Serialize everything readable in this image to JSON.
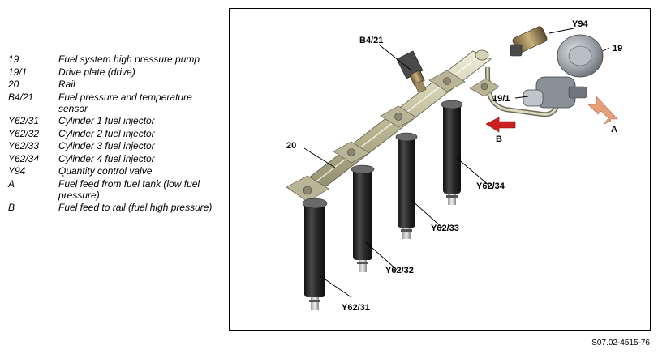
{
  "legend": [
    {
      "code": "19",
      "text": "Fuel system high pressure pump"
    },
    {
      "code": "19/1",
      "text": "Drive plate (drive)"
    },
    {
      "code": "20",
      "text": "Rail"
    },
    {
      "code": "B4/21",
      "text": "Fuel pressure and temperature sensor"
    },
    {
      "code": "Y62/31",
      "text": "Cylinder 1 fuel injector"
    },
    {
      "code": "Y62/32",
      "text": "Cylinder 2 fuel injector"
    },
    {
      "code": "Y62/33",
      "text": "Cylinder 3 fuel injector"
    },
    {
      "code": "Y62/34",
      "text": "Cylinder 4 fuel injector"
    },
    {
      "code": "Y94",
      "text": "Quantity control valve"
    },
    {
      "code": "A",
      "text": "Fuel feed from fuel tank (low fuel pressure)"
    },
    {
      "code": "B",
      "text": "Fuel feed to rail (fuel high pressure)"
    }
  ],
  "callouts": {
    "b4_21": "B4/21",
    "y94": "Y94",
    "pump": "19",
    "drive_plate": "19/1",
    "rail": "20",
    "flow_a": "A",
    "flow_b": "B",
    "y62_31": "Y62/31",
    "y62_32": "Y62/32",
    "y62_33": "Y62/33",
    "y62_34": "Y62/34"
  },
  "colors": {
    "flow_a_arrow": "#e8a07c",
    "flow_b_arrow": "#cc1f1f",
    "injector_body": "#2b2b2b",
    "rail_metal": "#c8c4a8"
  },
  "figure_reference": "S07.02-4515-76"
}
